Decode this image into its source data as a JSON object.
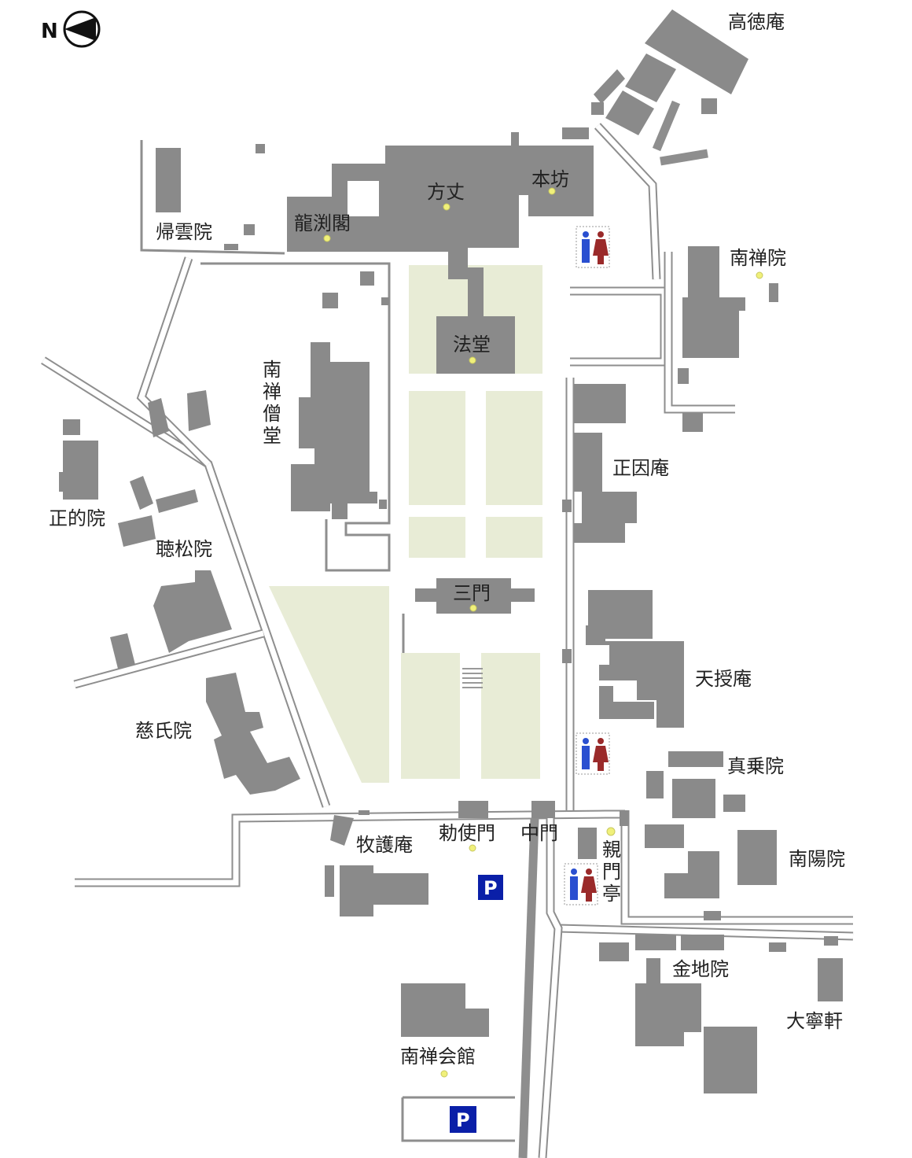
{
  "compass": {
    "letter": "N",
    "icon": "north-arrow-icon"
  },
  "labels": {
    "koutokuan": "高徳庵",
    "honbou": "本坊",
    "houjou": "方丈",
    "ryuenkaku": "龍渕閣",
    "kiunin": "帰雲院",
    "nanzenin": "南禅院",
    "hattou": "法堂",
    "nanzen_soudou": [
      "南",
      "禅",
      "僧",
      "堂"
    ],
    "shouinan": "正因庵",
    "shoutekiin": "正的院",
    "choushouin": "聴松院",
    "sanmon": "三門",
    "tenjuan": "天授庵",
    "jishiin": "慈氏院",
    "shinjouin": "真乗院",
    "bokugoan": "牧護庵",
    "chokushimon": "勅使門",
    "chuumon": "中門",
    "shinmontei": [
      "親",
      "門",
      "亭"
    ],
    "nanyouin": "南陽院",
    "konchiin": "金地院",
    "daineiken": "大寧軒",
    "nanzen_kaikan": "南禅会館"
  },
  "parking": {
    "letter": "P",
    "icon": "parking-icon"
  },
  "restroom": {
    "icon": "restroom-icon"
  },
  "colors": {
    "building": "#8a8a8a",
    "lawn": "#e8ecd6",
    "road": "#8e8e8e",
    "parking": "#0a1fa8",
    "marker": "#f0f07a"
  }
}
